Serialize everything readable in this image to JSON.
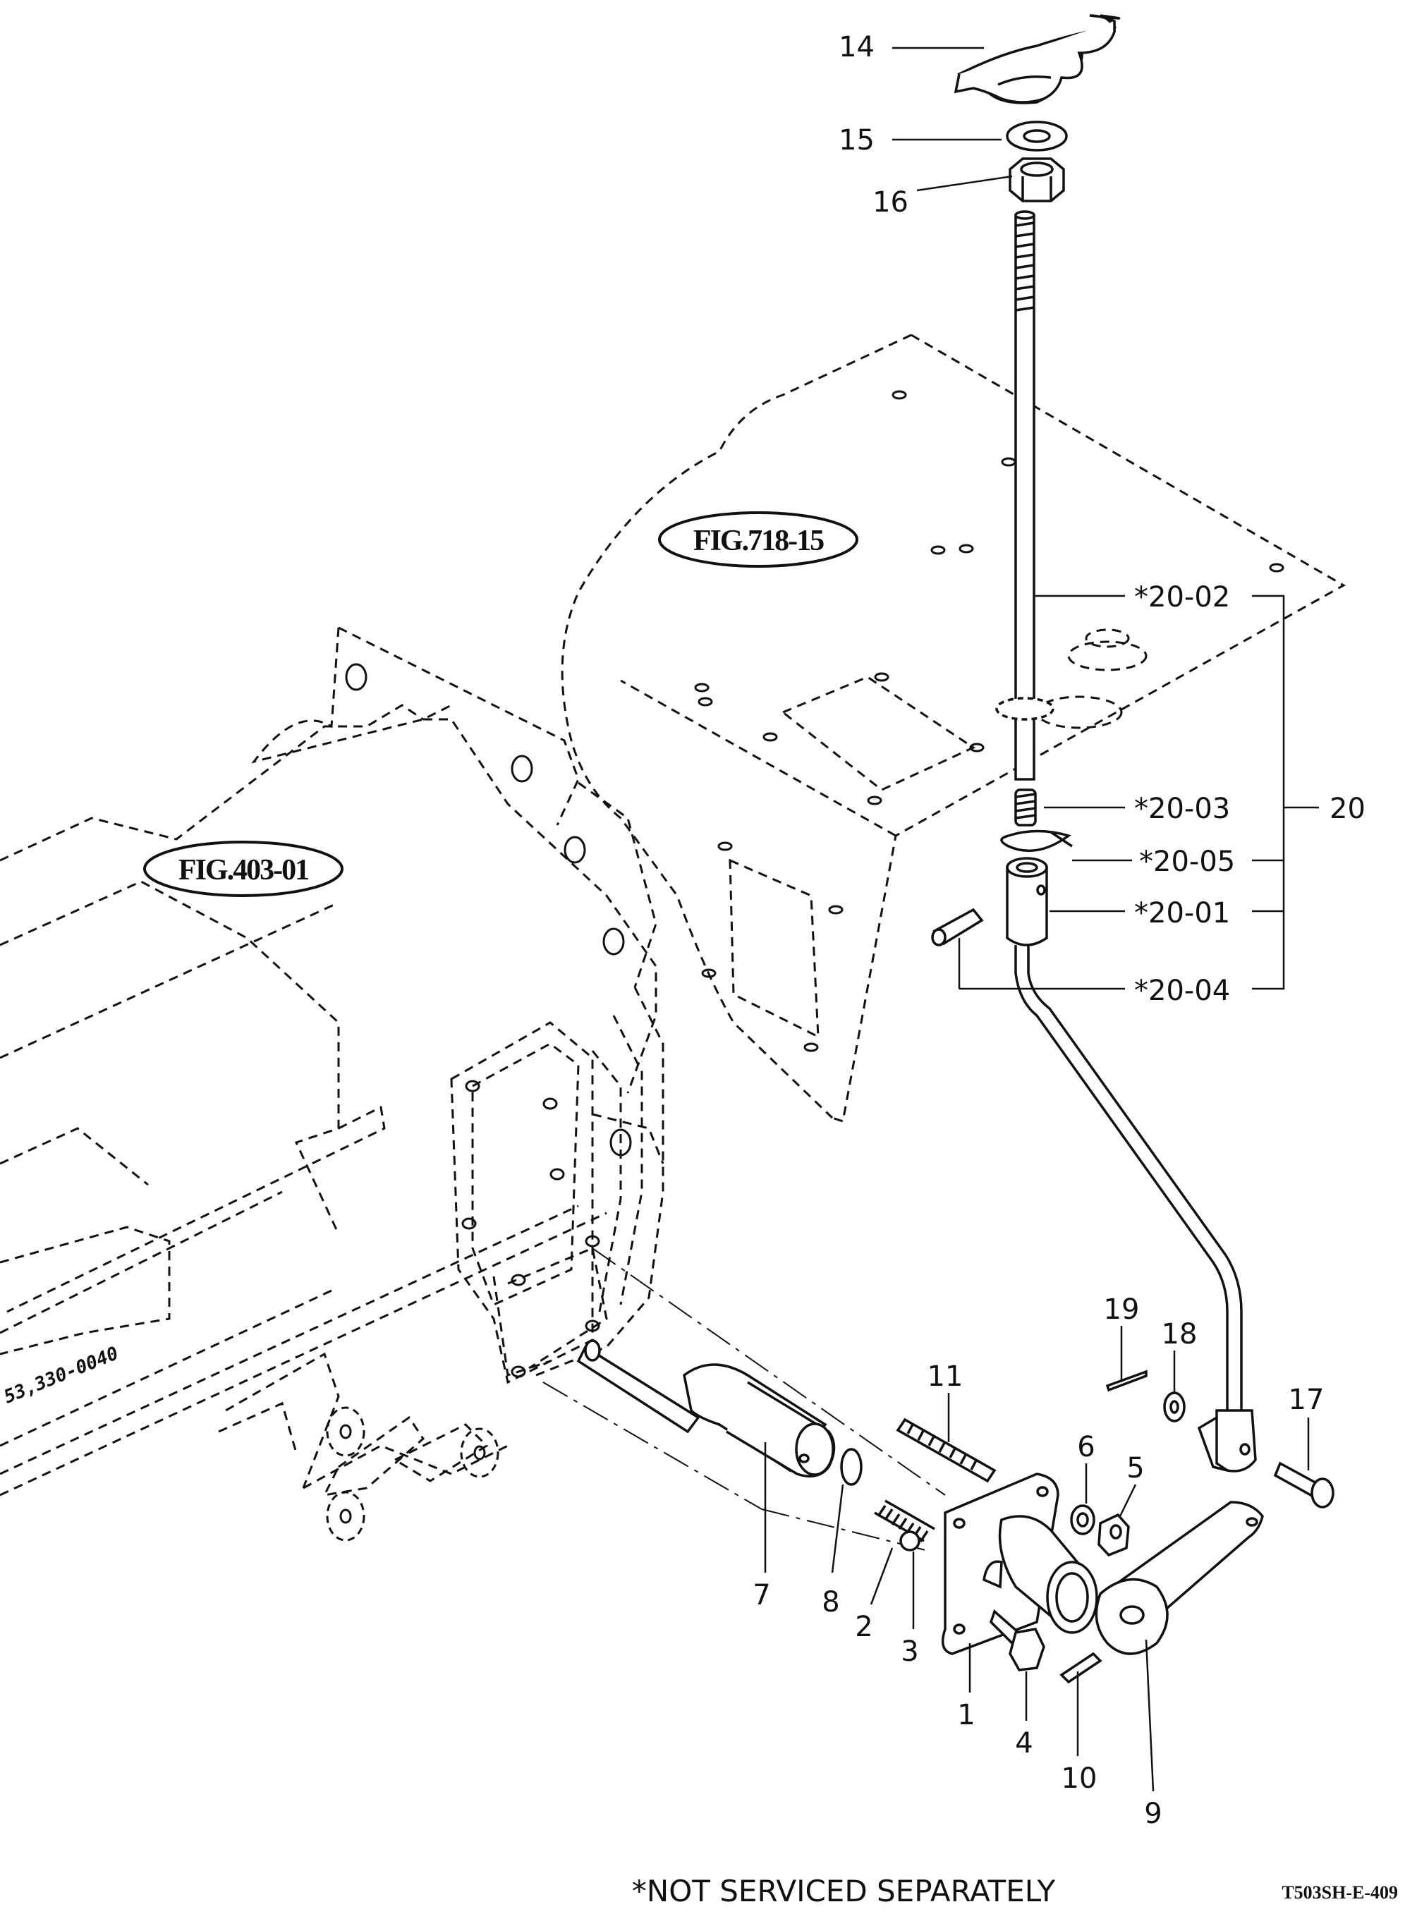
{
  "references": {
    "fig_718": "FIG.718-15",
    "fig_403": "FIG.403-01"
  },
  "casting_stamp": "53,330-0040",
  "part_labels": {
    "p1": "1",
    "p2": "2",
    "p3": "3",
    "p4": "4",
    "p5": "5",
    "p6": "6",
    "p7": "7",
    "p8": "8",
    "p9": "9",
    "p10": "10",
    "p11": "11",
    "p14": "14",
    "p15": "15",
    "p16": "16",
    "p17": "17",
    "p18": "18",
    "p19": "19",
    "p20": "20",
    "p20_01": "*20-01",
    "p20_02": "*20-02",
    "p20_03": "*20-03",
    "p20_04": "*20-04",
    "p20_05": "*20-05"
  },
  "footer": {
    "note": "*NOT SERVICED SEPARATELY",
    "code": "T503SH-E-409"
  }
}
